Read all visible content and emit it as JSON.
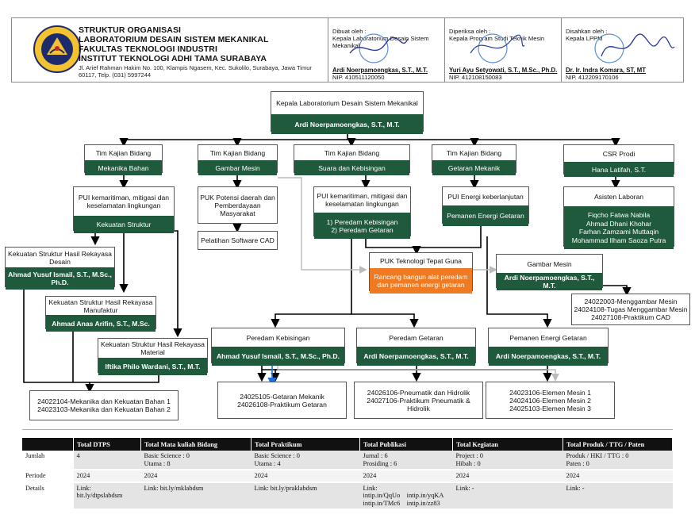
{
  "header": {
    "institution": [
      "STRUKTUR ORGANISASI",
      "LABORATORIUM DESAIN SISTEM MEKANIKAL",
      "FAKULTAS TEKNOLOGI INDUSTRI",
      "INSTITUT TEKNOLOGI ADHI TAMA SURABAYA"
    ],
    "address": "Jl. Arief Rahman Hakim No. 100, Klampis Ngasem, Kec. Sukolilo, Surabaya, Jawa Timur 60117, Telp. (031) 5997244",
    "logo_text": "INSTITUT TEKNOLOGI ADHI TAMA SURABAYA",
    "signatures": [
      {
        "role": "Dibuat oleh :",
        "position": "Kepala Laboratorium Desain Sistem Mekanikal",
        "name": "Ardi Noerpamoengkas, S.T., M.T.",
        "nip": "NIP. 410511120050"
      },
      {
        "role": "Diperiksa oleh :",
        "position": "Kepala Program Studi Teknik Mesin",
        "name": "Yuri Ayu Setyowati, S.T., M.Sc., Ph.D.",
        "nip": "NIP. 412108150083"
      },
      {
        "role": "Disahkan oleh :",
        "position": "Kepala LPPM",
        "name": "Dr. Ir. Indra Komara, ST, MT",
        "nip": "NIP. 412209170106"
      }
    ]
  },
  "diagram": {
    "head": {
      "title": "Kepala Laboratorium Desain Sistem Mekanikal",
      "name": "Ardi Noerpamoengkas, S.T., M.T."
    },
    "teams": [
      {
        "top": "Tim Kajian Bidang",
        "bot": "Mekanika Bahan"
      },
      {
        "top": "Tim Kajian Bidang",
        "bot": "Gambar Mesin"
      },
      {
        "top": "Tim Kajian Bidang",
        "bot": "Suara dan Kebisingan"
      },
      {
        "top": "Tim Kajian Bidang",
        "bot": "Getaran Mekanik"
      }
    ],
    "csr": {
      "top": "CSR Prodi",
      "bot": "Hana Latifah, S.T."
    },
    "asisten": {
      "title": "Asisten Laboran",
      "names": [
        "Fiqcho Fatwa Nabila",
        "Ahmad Dhani Khohar",
        "Farhan Zamzami Muttaqin",
        "Mohammad Ilham Saoza Putra"
      ]
    },
    "pui_maritim1": {
      "top": "PUI kemaritiman, mitigasi dan keselamatan lingkungan",
      "bot": "Kekuatan Struktur"
    },
    "puk_potensi": "PUK Potensi daerah dan Pemberdayaan Masyarakat",
    "pelatihan": "Pelatihan Software CAD",
    "pui_maritim2": {
      "top": "PUI kemaritiman, mitigasi dan keselamatan lingkungan",
      "bot1": "1) Peredam Kebisingan",
      "bot2": "2) Peredam Getaran"
    },
    "pui_energi": {
      "top": "PUI Energi keberlanjutan",
      "bot": "Pemanen Energi Getaran"
    },
    "puk_ttg": {
      "top": "PUK Teknologi Tepat Guna",
      "bot": "Rancang bangun alat peredam dan pemanen energi getaran"
    },
    "gambar_mesin": {
      "top": "Gambar Mesin",
      "bot": "Ardi Noerpamoengkas, S.T., M.T."
    },
    "gambar_courses": [
      "24022003-Menggambar Mesin",
      "24024108-Tugas Menggambar Mesin",
      "24027108-Praktikum CAD"
    ],
    "ks_desain": {
      "top": "Kekuatan Struktur Hasil Rekayasa Desain",
      "bot": "Ahmad Yusuf Ismail, S.T., M.Sc., Ph.D."
    },
    "ks_manufaktur": {
      "top": "Kekuatan Struktur Hasil Rekayasa Manufaktur",
      "bot": "Ahmad Anas Arifin, S.T., M.Sc."
    },
    "ks_material": {
      "top": "Kekuatan Struktur Hasil Rekayasa Material",
      "bot": "Iftika Philo Wardani, S.T., M.T."
    },
    "peredam_kebisingan": {
      "top": "Peredam Kebisingan",
      "bot": "Ahmad Yusuf Ismail, S.T., M.Sc., Ph.D."
    },
    "peredam_getaran": {
      "top": "Peredam Getaran",
      "bot": "Ardi Noerpamoengkas, S.T., M.T."
    },
    "pemanen": {
      "top": "Pemanen Energi Getaran",
      "bot": "Ardi Noerpamoengkas, S.T., M.T."
    },
    "mekanika_courses": [
      "24022104-Mekanika dan Kekuatan Bahan 1",
      "24023103-Mekanika dan Kekuatan Bahan 2"
    ],
    "getaran_courses": [
      "24025105-Getaran Mekanik",
      "24026108-Praktikum Getaran"
    ],
    "pneumatik_courses": [
      "24026106-Pneumatik dan Hidrolik",
      "24027106-Praktikum Pneumatik & Hidrolik"
    ],
    "elemen_courses": [
      "24023106-Elemen Mesin 1",
      "24024106-Elemen Mesin 2",
      "24025103-Elemen Mesin 3"
    ]
  },
  "table": {
    "headers": [
      "",
      "Total DTPS",
      "Total Mata kuliah Bidang",
      "Total Praktikum",
      "Total Publikasi",
      "Total Kegiatan",
      "Total Produk / TTG / Paten"
    ],
    "rows": [
      {
        "label": "Jumlah",
        "cells": [
          [
            "4"
          ],
          [
            "Basic Science : 0",
            "Utama : 8"
          ],
          [
            "Basic Science : 0",
            "Utama : 4"
          ],
          [
            "Jurnal : 6",
            "Prosiding : 6"
          ],
          [
            "Project : 0",
            "Hibah : 0"
          ],
          [
            "Produk / HKI / TTG : 0",
            "Paten : 0"
          ]
        ]
      },
      {
        "label": "Periode",
        "cells": [
          [
            "2024"
          ],
          [
            "2024"
          ],
          [
            "2024"
          ],
          [
            "2024"
          ],
          [
            "2024"
          ],
          [
            "2024"
          ]
        ]
      },
      {
        "label": "Details",
        "cells": [
          [
            "Link:",
            "bit.ly/dtpslabdsm"
          ],
          [
            "Link: bit.ly/mklabdsm"
          ],
          [
            "Link: bit.ly/praklabdsm"
          ],
          [
            "Link:",
            "intip.in/QqUo    intip.in/yqKA",
            "intip.in/TMc6    intip.in/zz83"
          ],
          [
            "Link: -"
          ],
          [
            "Link: -"
          ]
        ]
      }
    ]
  },
  "colors": {
    "green": "#1f5a3c",
    "orange": "#f07a22",
    "blue": "#1f6fd6"
  }
}
